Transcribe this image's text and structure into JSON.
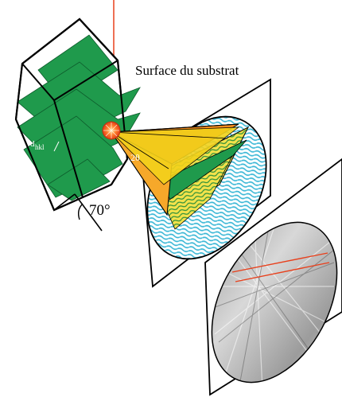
{
  "labels": {
    "surface": "Surface du substrat",
    "dhkl_main": "d",
    "dhkl_sub": "hkl",
    "theta": "2θ",
    "angle": "70°"
  },
  "colors": {
    "beam": "#e8401c",
    "planes": "#1f9a4c",
    "cone_orange": "#f08a1c",
    "cone_yellow": "#f3d21b",
    "pattern_cyan": "#39b7d6",
    "screen_gray": "#9a9a9a"
  }
}
